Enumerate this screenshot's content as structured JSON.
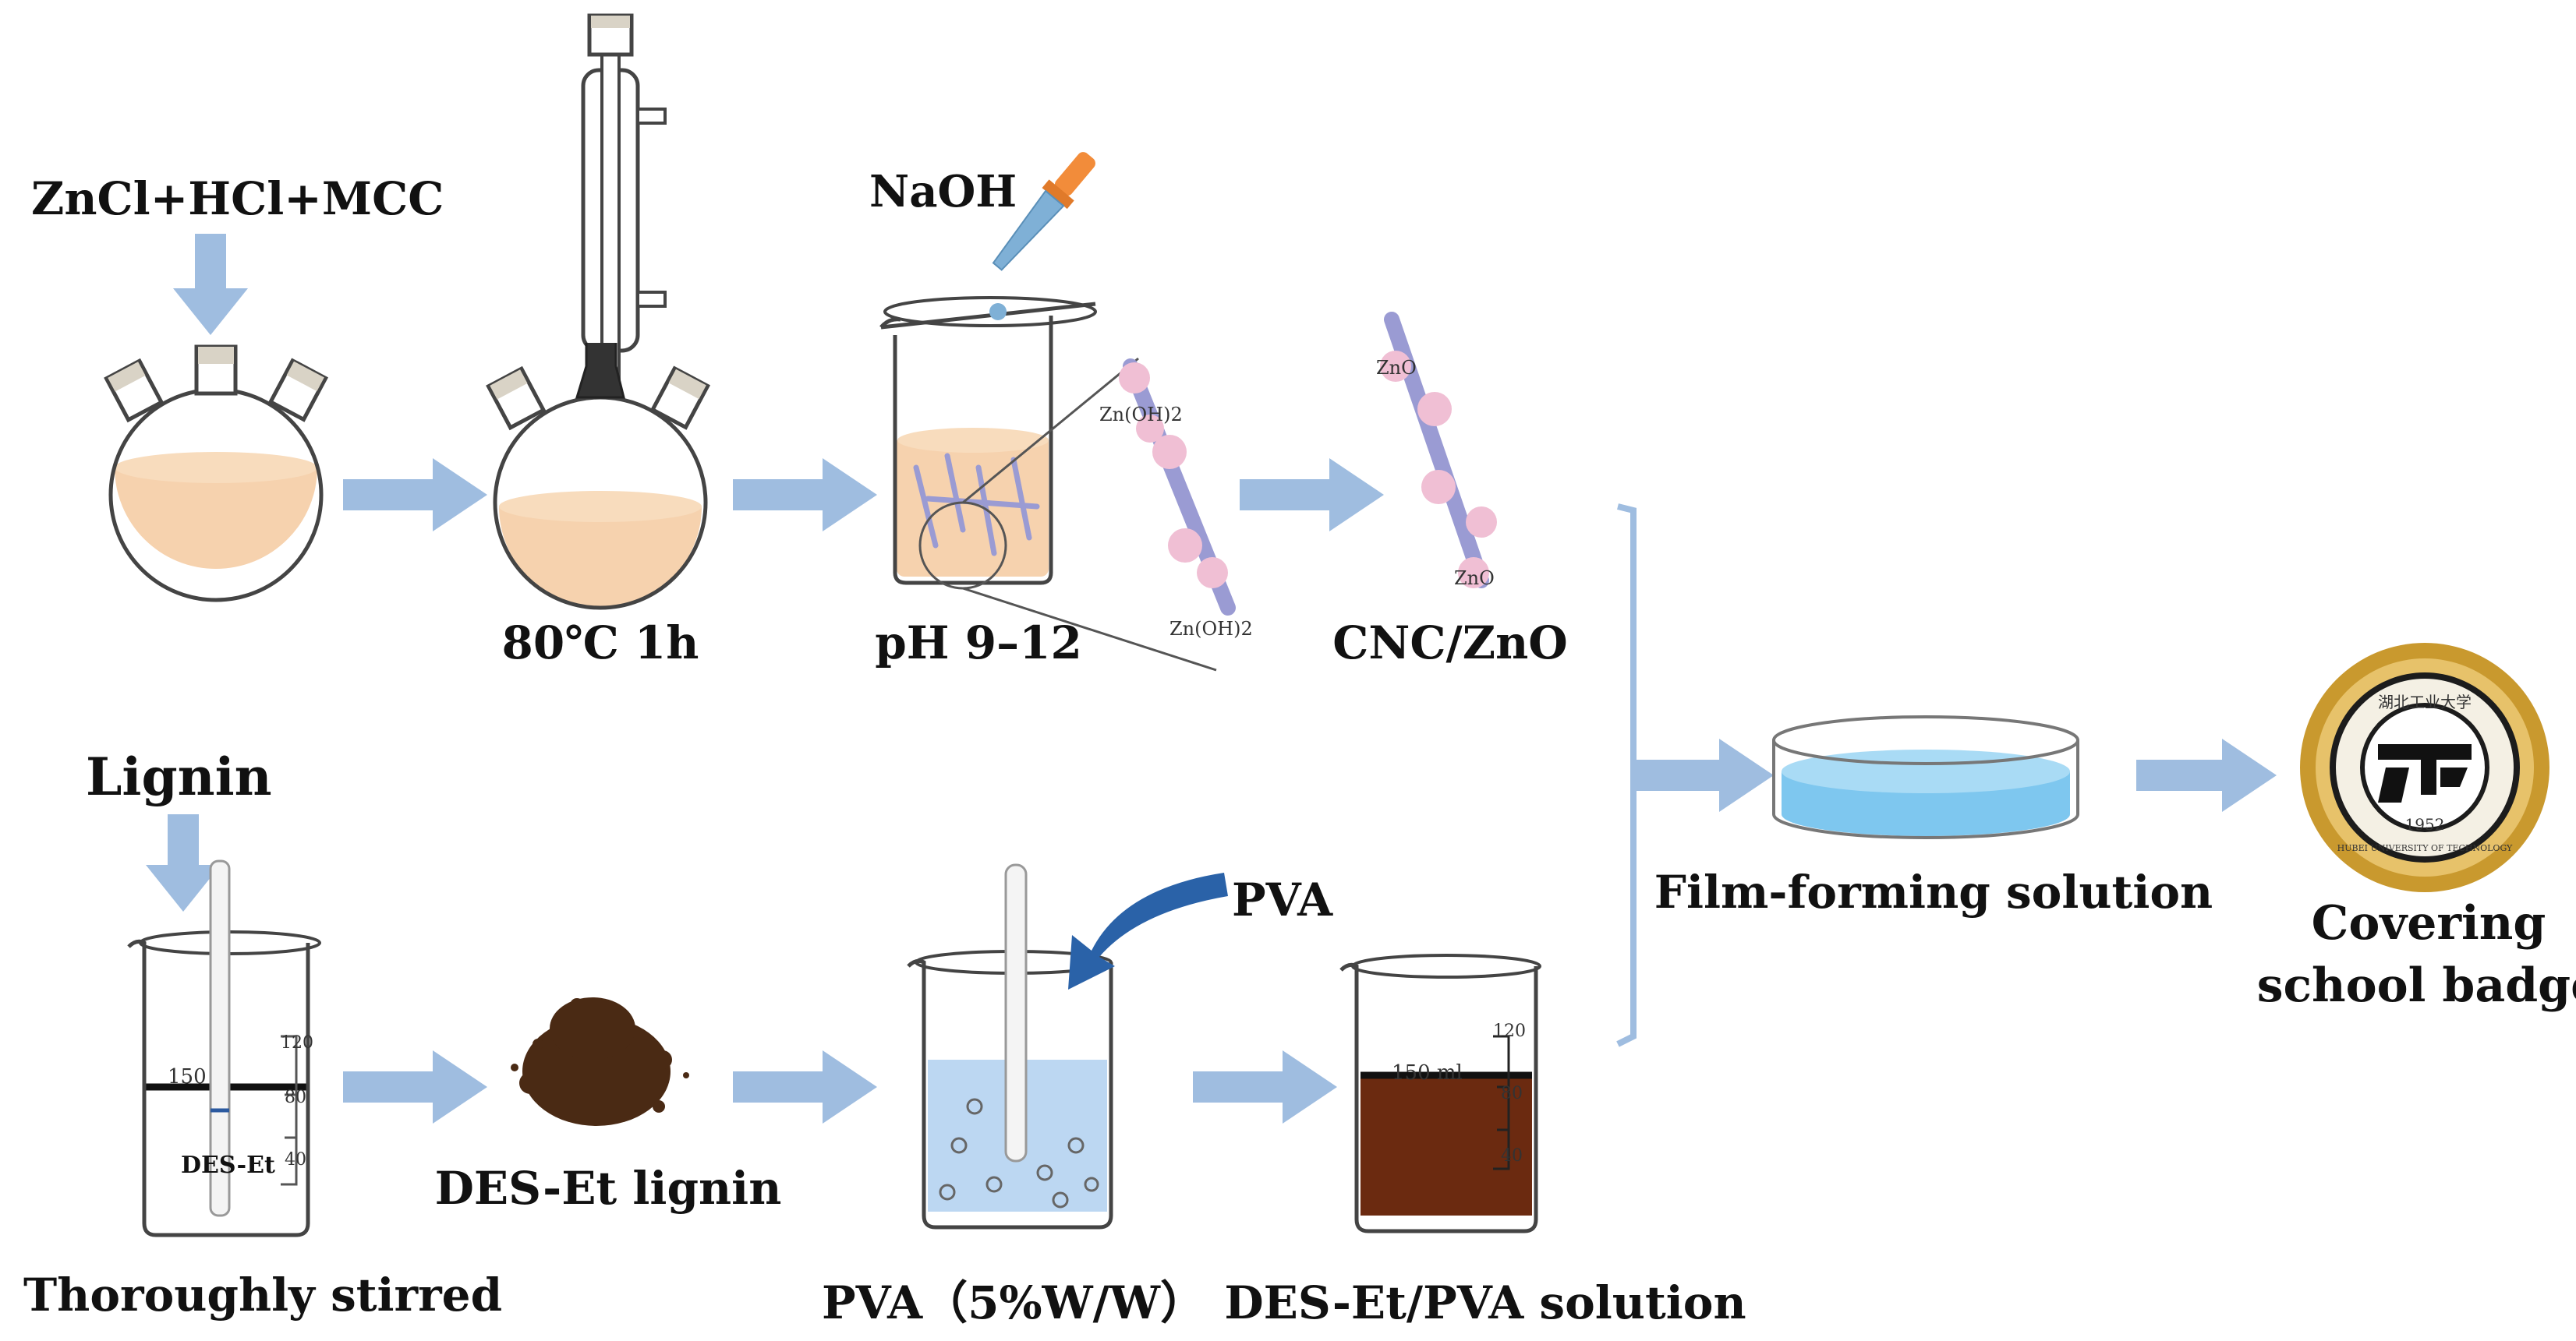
{
  "colors": {
    "arrow": "#9fbde0",
    "glass": "#444444",
    "solution_peach": "#f6d2ae",
    "solution_brown": "#6b2a10",
    "solution_blue": "#bcd7f2",
    "film_blue": "#7ec7ef",
    "particle_pink": "#f0bfd4",
    "rod_purple": "#9a9bd3",
    "dropper_blue": "#7fb0d6",
    "dropper_bulb": "#f28c3a",
    "badge_gold": "#c9992e",
    "lignin_powder": "#4a2a14"
  },
  "labels": {
    "reagents": "ZnCl+HCl+MCC",
    "reflux_condition": "80℃ 1h",
    "naoh": "NaOH",
    "ph": "pH 9–12",
    "cnc_zno": "CNC/ZnO",
    "lignin": "Lignin",
    "stirred": "Thoroughly stirred",
    "des_et_lignin": "DES-Et lignin",
    "pva_arrow": "PVA",
    "pva_concentration": "PVA（5%W/W）",
    "des_pva_solution": "DES-Et/PVA solution",
    "film_forming": "Film-forming solution",
    "covering_1": "Covering",
    "covering_2": "school badge"
  },
  "particle_labels": {
    "zn_oh_top": "Zn(OH)2",
    "zn_oh_bottom": "Zn(OH)2",
    "zno_top": "ZnO",
    "zno_bottom": "ZnO"
  },
  "beaker_marks": {
    "stir_beaker": {
      "volume": "150",
      "m120": "120",
      "m80": "80",
      "m40": "40",
      "content": "DES-Et"
    },
    "product_beaker": {
      "volume": "150 ml",
      "m120": "120",
      "m80": "80",
      "m40": "40"
    }
  },
  "badge": {
    "year": "1952",
    "ring_text": "HUBEI UNIVERSITY OF TECHNOLOGY",
    "script_text": "湖北工业大学",
    "emblem_icon": "university-emblem-icon"
  }
}
